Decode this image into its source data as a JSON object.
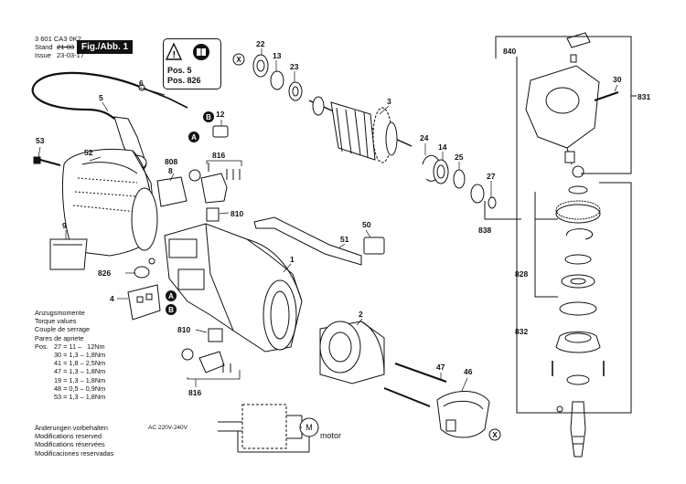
{
  "header": {
    "doc_number": "3 601 CA3 0K2",
    "stand_label": "Stand",
    "issue_label": "Issue",
    "stand_value": "21-03",
    "issue_value": "23-03-17",
    "fig_label": "Fig./Abb. 1"
  },
  "warning_box": {
    "pos1": "Pos. 5",
    "pos2": "Pos. 826"
  },
  "torque": {
    "title_lines": [
      "Anzugsmomente",
      "Torque values",
      "Couple de serrage",
      "Pares de apriete"
    ],
    "pos_label": "Pos.",
    "rows": [
      "27 = 11 –   12Nm",
      "30 = 1,3 – 1,8Nm",
      "41 = 1,8 – 2,5Nm",
      "47 = 1,3 – 1,8Nm",
      "19 = 1,3 – 1,8Nm",
      "48 = 0,5 – 0,9Nm",
      "53 = 1,3 – 1,8Nm"
    ]
  },
  "notes": [
    "Änderungen vorbehalten",
    "Modifications reserved",
    "Modifications réservées",
    "Modificaciones reservadas"
  ],
  "wiring": {
    "supply_label": "AC 220V-240V",
    "motor_symbol": "M",
    "motor_label": "motor"
  },
  "markers": {
    "a": "A",
    "b": "B",
    "x": "X"
  },
  "parts": {
    "p1": "1",
    "p2": "2",
    "p3": "3",
    "p4": "4",
    "p5": "5",
    "p6": "6",
    "p8": "8",
    "p9": "9",
    "p12": "12",
    "p13": "13",
    "p14": "14",
    "p22": "22",
    "p23": "23",
    "p24": "24",
    "p25": "25",
    "p27": "27",
    "p30": "30",
    "p46": "46",
    "p47": "47",
    "p50": "50",
    "p51": "51",
    "p52": "52",
    "p53": "53",
    "p808": "808",
    "p810a": "810",
    "p810b": "810",
    "p816a": "816",
    "p816b": "816",
    "p826": "826",
    "p828": "828",
    "p831": "831",
    "p832": "832",
    "p838": "838",
    "p840": "840"
  }
}
